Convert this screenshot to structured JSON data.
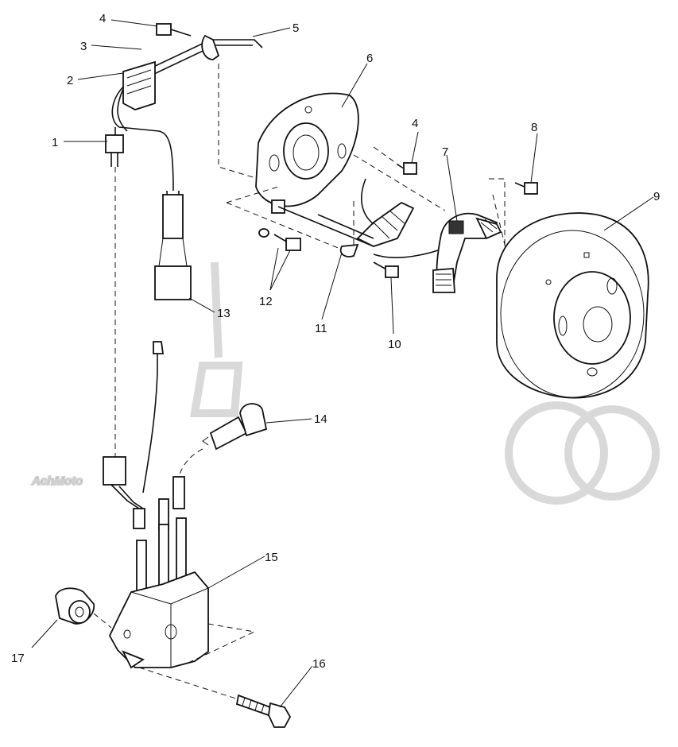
{
  "diagram": {
    "watermark_text": "AchMoto",
    "callouts": [
      {
        "id": "1",
        "label": "1"
      },
      {
        "id": "2",
        "label": "2"
      },
      {
        "id": "3",
        "label": "3"
      },
      {
        "id": "4a",
        "label": "4"
      },
      {
        "id": "4b",
        "label": "4"
      },
      {
        "id": "5",
        "label": "5"
      },
      {
        "id": "6",
        "label": "6"
      },
      {
        "id": "7",
        "label": "7"
      },
      {
        "id": "8",
        "label": "8"
      },
      {
        "id": "9",
        "label": "9"
      },
      {
        "id": "10",
        "label": "10"
      },
      {
        "id": "11",
        "label": "11"
      },
      {
        "id": "12",
        "label": "12"
      },
      {
        "id": "13",
        "label": "13"
      },
      {
        "id": "14",
        "label": "14"
      },
      {
        "id": "15",
        "label": "15"
      },
      {
        "id": "16",
        "label": "16"
      },
      {
        "id": "17",
        "label": "17"
      }
    ]
  }
}
